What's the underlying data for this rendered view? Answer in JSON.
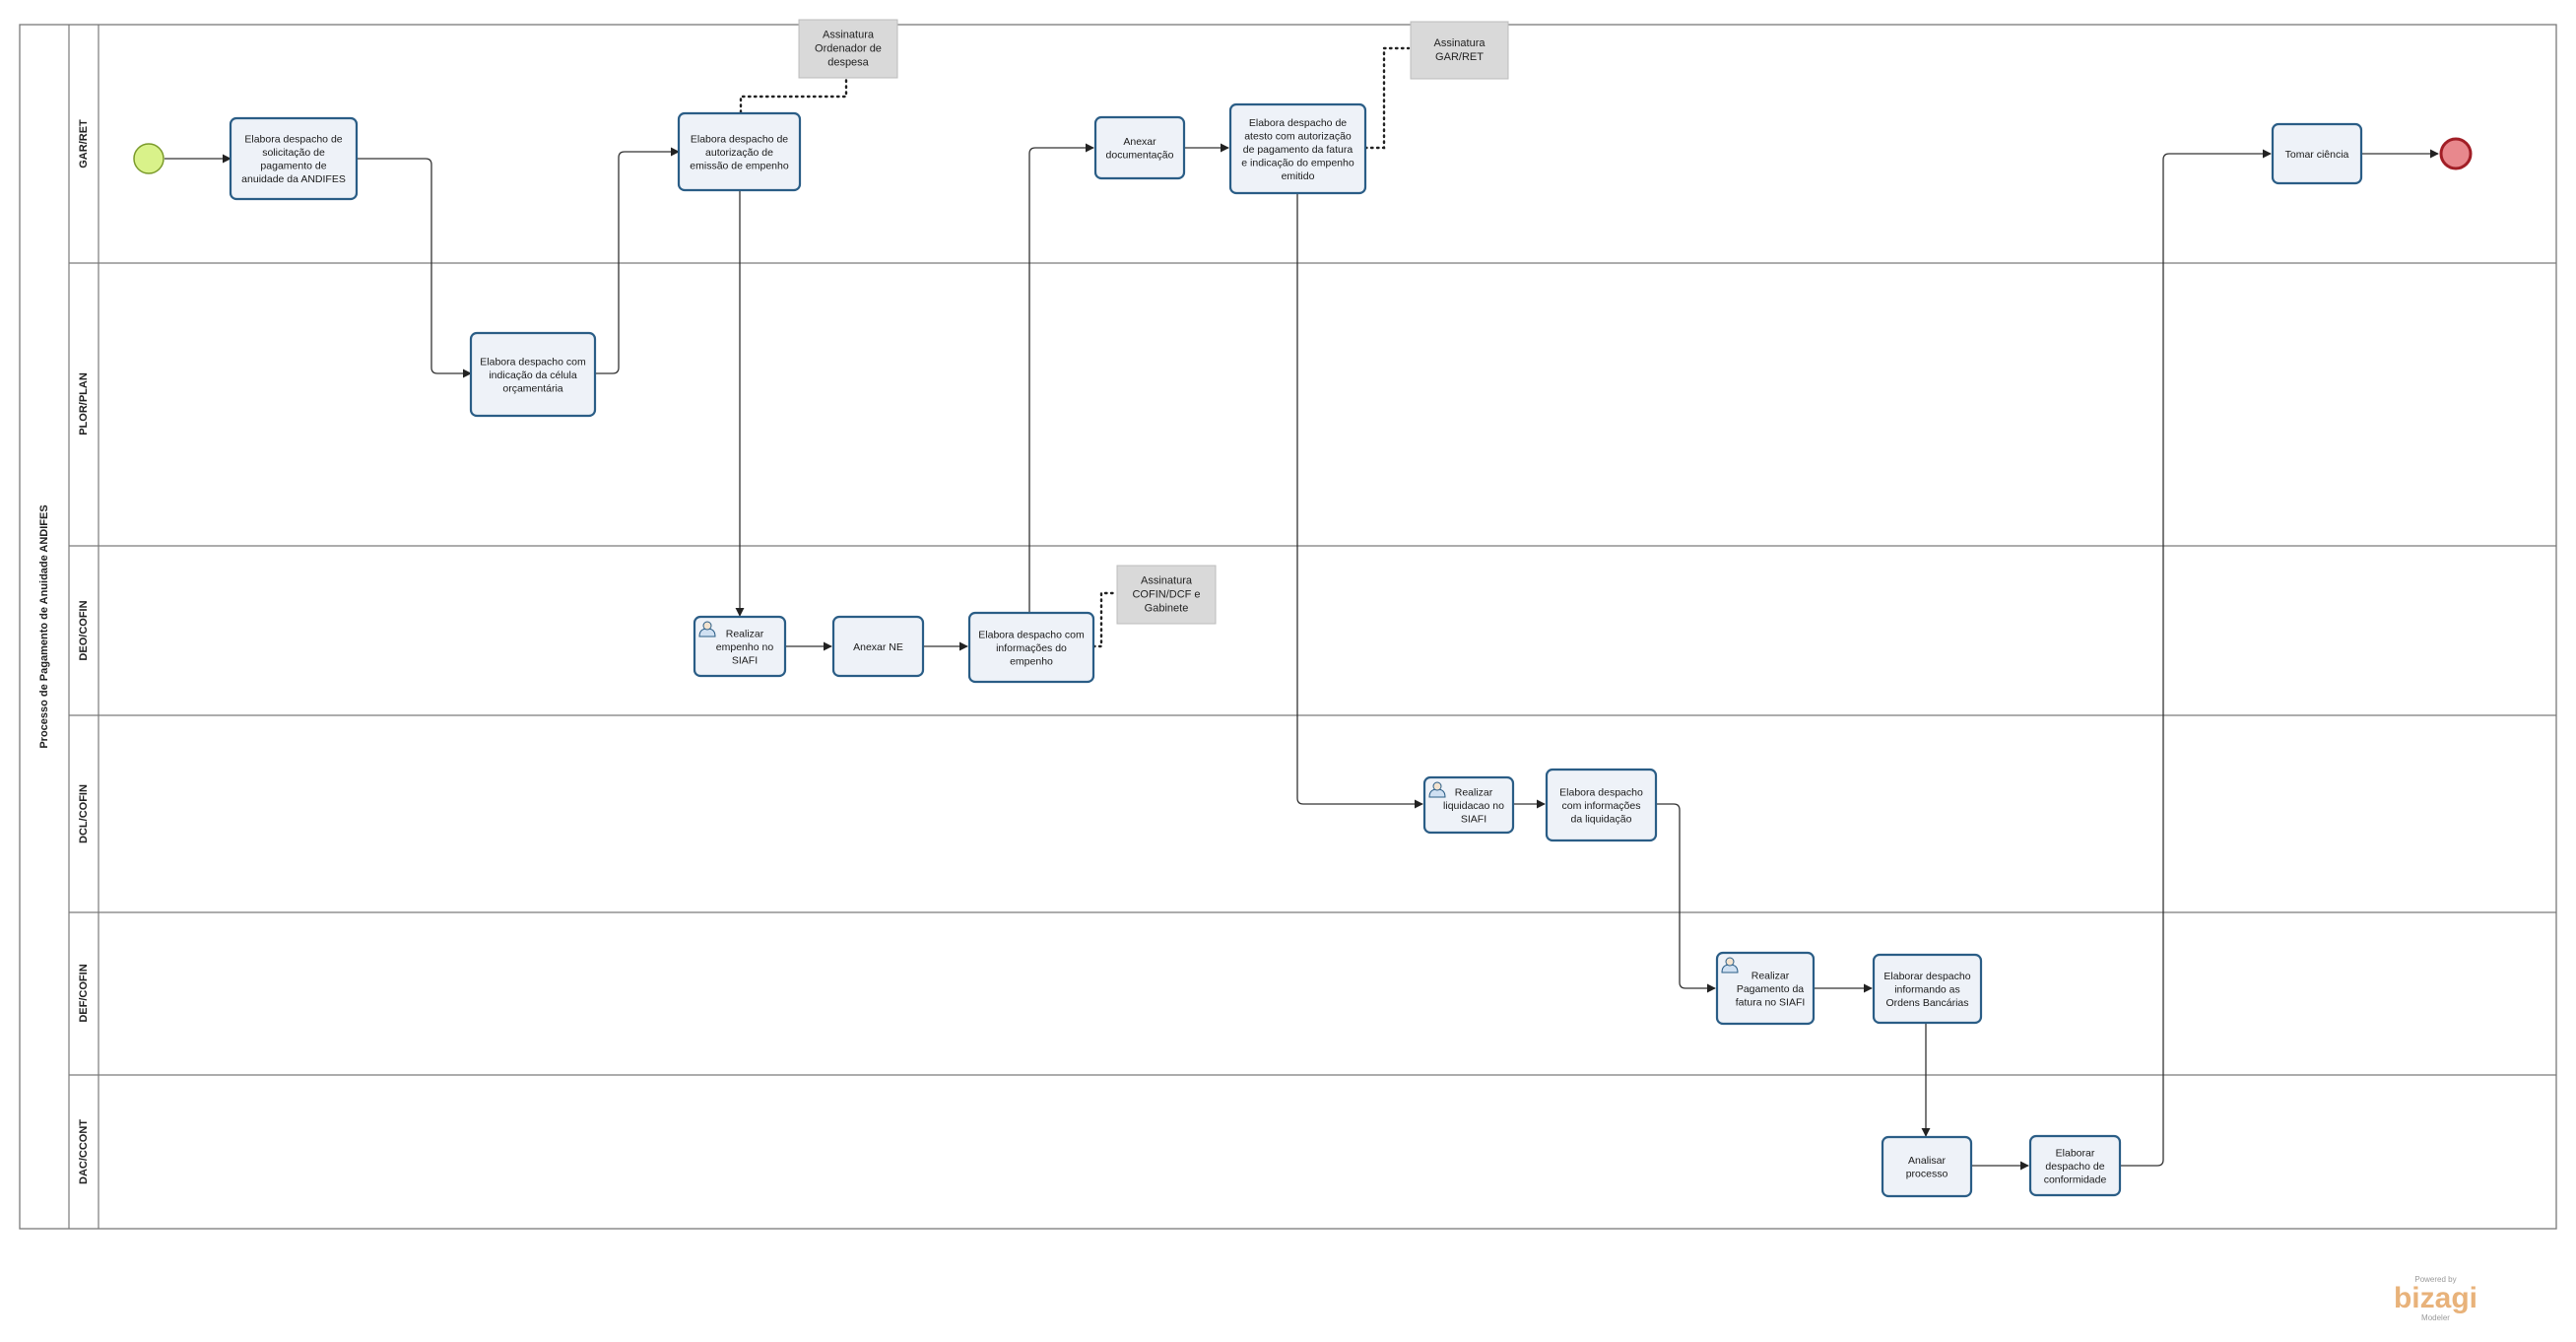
{
  "pool": {
    "name": "Processo de Pagamento de Anuidade ANDIFES"
  },
  "lanes": [
    {
      "id": "lane-gar-ret",
      "label": "GAR/RET"
    },
    {
      "id": "lane-plor-plan",
      "label": "PLOR/PLAN"
    },
    {
      "id": "lane-deo-cofin",
      "label": "DEO/COFIN"
    },
    {
      "id": "lane-dcl-cofin",
      "label": "DCL/COFIN"
    },
    {
      "id": "lane-def-cofin",
      "label": "DEF/COFIN"
    },
    {
      "id": "lane-dac-ccont",
      "label": "DAC/CCONT"
    }
  ],
  "tasks": [
    {
      "id": "t1",
      "lines": [
        "Elabora despacho de",
        "solicitação de",
        "pagamento de",
        "anuidade da ANDIFES"
      ],
      "user_task": false
    },
    {
      "id": "t2",
      "lines": [
        "Elabora despacho com",
        "indicação da célula",
        "orçamentária"
      ],
      "user_task": false
    },
    {
      "id": "t3",
      "lines": [
        "Elabora despacho de",
        "autorização de",
        "emissão de empenho"
      ],
      "user_task": false
    },
    {
      "id": "t4",
      "lines": [
        "Realizar",
        "empenho no",
        "SIAFI"
      ],
      "user_task": true
    },
    {
      "id": "t5",
      "lines": [
        "Anexar NE"
      ],
      "user_task": false
    },
    {
      "id": "t6",
      "lines": [
        "Elabora despacho com",
        "informações do",
        "empenho"
      ],
      "user_task": false
    },
    {
      "id": "t7",
      "lines": [
        "Anexar",
        "documentação"
      ],
      "user_task": false
    },
    {
      "id": "t8",
      "lines": [
        "Elabora despacho de",
        "atesto com autorização",
        "de pagamento da fatura",
        "e indicação do empenho",
        "emitido"
      ],
      "user_task": false
    },
    {
      "id": "t9",
      "lines": [
        "Realizar",
        "liquidacao no",
        "SIAFI"
      ],
      "user_task": true
    },
    {
      "id": "t10",
      "lines": [
        "Elabora despacho",
        "com informações",
        "da liquidação"
      ],
      "user_task": false
    },
    {
      "id": "t11",
      "lines": [
        "Realizar",
        "Pagamento da",
        "fatura no SIAFI"
      ],
      "user_task": true
    },
    {
      "id": "t12",
      "lines": [
        "Elaborar despacho",
        "informando as",
        "Ordens Bancárias"
      ],
      "user_task": false
    },
    {
      "id": "t13",
      "lines": [
        "Analisar",
        "processo"
      ],
      "user_task": false
    },
    {
      "id": "t14",
      "lines": [
        "Elaborar",
        "despacho de",
        "conformidade"
      ],
      "user_task": false
    },
    {
      "id": "t15",
      "lines": [
        "Tomar ciência"
      ],
      "user_task": false
    }
  ],
  "annotations": [
    {
      "id": "a1",
      "lines": [
        "Assinatura",
        "Ordenador de",
        "despesa"
      ]
    },
    {
      "id": "a2",
      "lines": [
        "Assinatura",
        "GAR/RET"
      ]
    },
    {
      "id": "a3",
      "lines": [
        "Assinatura",
        "COFIN/DCF e",
        "Gabinete"
      ]
    }
  ],
  "events": {
    "start": {
      "type": "start",
      "color": "#d9f28a"
    },
    "end": {
      "type": "end",
      "color": "#e8888d"
    }
  },
  "watermark": {
    "powered": "Powered by",
    "brand": "bizagi",
    "product": "Modeler"
  },
  "colors": {
    "task_fill": "#eef2f8",
    "task_border": "#2a5d86",
    "annotation_fill": "#d9d9d9"
  }
}
